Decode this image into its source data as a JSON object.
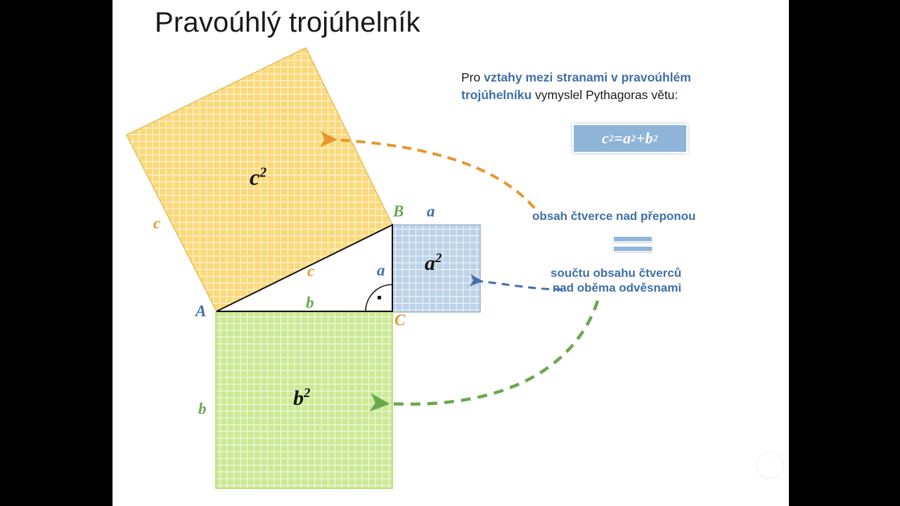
{
  "slide": {
    "title": "Pravoúhlý trojúhelník",
    "background_color": "#ffffff",
    "letterbox_color": "#000000"
  },
  "paragraph": {
    "lead": "Pro ",
    "highlight": "vztahy mezi stranami v pravoúhlém trojúhelníku",
    "tail": " vymyslel Pythagoras větu:",
    "highlight_color": "#3f6fa8"
  },
  "formula": {
    "text": "c² = a² + b²",
    "base_c": "c",
    "exp_c": "2",
    "eq": " = ",
    "base_a": "a",
    "exp_a": "2",
    "plus": " + ",
    "base_b": "b",
    "exp_b": "2",
    "box_color": "#8fb4d9",
    "text_color": "#ffffff"
  },
  "notes": {
    "top": "obsah čtverce nad přeponou",
    "bottom_line1": "součtu obsahu čtverců",
    "bottom_line2": "nad oběma odvěsnami",
    "equals_symbol": "=",
    "color": "#3f6fa8"
  },
  "figure": {
    "squares": [
      {
        "name": "hypotenuse-square",
        "label_base": "c",
        "label_exp": "2",
        "fill": "#fbd97a",
        "stroke": "#e8c05a"
      },
      {
        "name": "leg-a-square",
        "label_base": "a",
        "label_exp": "2",
        "fill": "#bed2e8",
        "stroke": "#9fb9d6"
      },
      {
        "name": "leg-b-square",
        "label_base": "b",
        "label_exp": "2",
        "fill": "#ccea95",
        "stroke": "#b5d87a"
      }
    ],
    "vertices": [
      {
        "name": "A",
        "label": "A",
        "color": "#3f6fa8"
      },
      {
        "name": "B",
        "label": "B",
        "color": "#6aa84f"
      },
      {
        "name": "C",
        "label": "C",
        "color": "#e8962d"
      }
    ],
    "sides": [
      {
        "name": "c-hypotenuse",
        "label": "c",
        "color": "#e8962d"
      },
      {
        "name": "c-outer",
        "label": "c",
        "color": "#e8962d"
      },
      {
        "name": "a-inner",
        "label": "a",
        "color": "#3f6fa8"
      },
      {
        "name": "a-top",
        "label": "a",
        "color": "#3f6fa8"
      },
      {
        "name": "b-inner",
        "label": "b",
        "color": "#6aa84f"
      },
      {
        "name": "b-left",
        "label": "b",
        "color": "#6aa84f"
      }
    ],
    "right_angle_marker": "·",
    "arrows": [
      {
        "name": "orange-arrow-to-c-square",
        "color": "#e8962d"
      },
      {
        "name": "blue-arrow-to-a-square",
        "color": "#3f6fa8"
      },
      {
        "name": "green-arrow-to-b-square",
        "color": "#6aa84f"
      }
    ]
  }
}
